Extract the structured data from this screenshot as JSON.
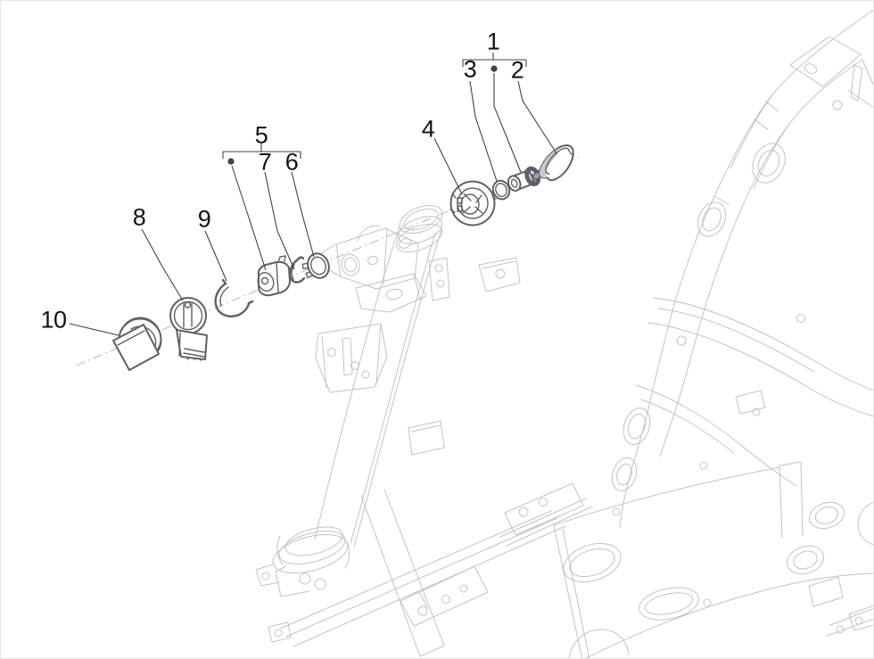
{
  "page": {
    "background": "#ffffff",
    "description": "Exploded parts diagram - steering lock kit mounted to scooter frame"
  },
  "colors": {
    "page_bg": "#ffffff",
    "frame_line": "#bfc3c6",
    "part_line": "#5d6165",
    "leader_line": "#3f4347",
    "label_text": "#131313",
    "key_shade": "#c7cacc",
    "blade_fill": "#9aa0a3"
  },
  "callouts": {
    "part1": {
      "number": "1"
    },
    "part2": {
      "number": "2"
    },
    "part3": {
      "number": "3"
    },
    "part4": {
      "number": "4"
    },
    "part5": {
      "number": "5"
    },
    "part6": {
      "number": "6"
    },
    "part7": {
      "number": "7"
    },
    "part8": {
      "number": "8"
    },
    "part9": {
      "number": "9"
    },
    "part10": {
      "number": "10"
    },
    "group1_marker": "•",
    "group5_marker": "•"
  }
}
